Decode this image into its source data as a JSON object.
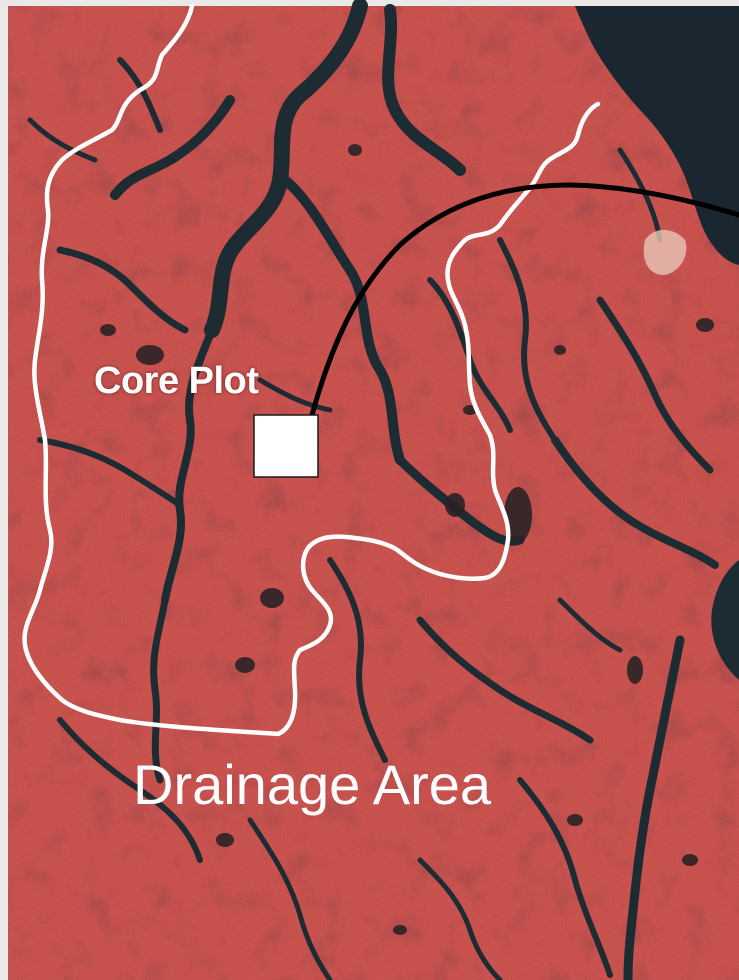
{
  "image": {
    "description_type": "false-color infrared aerial photograph of salt marsh with tidal creeks",
    "colors": {
      "marsh": "#d25a55",
      "marsh_dark": "#b8433f",
      "creek": "#1d2b33",
      "open_water": "#1a2630",
      "outline": "#ffffff",
      "transect_line": "#000000",
      "border": "#ebe8e8"
    }
  },
  "labels": {
    "core_plot": "Core Plot",
    "drainage_area": "Drainage Area"
  }
}
